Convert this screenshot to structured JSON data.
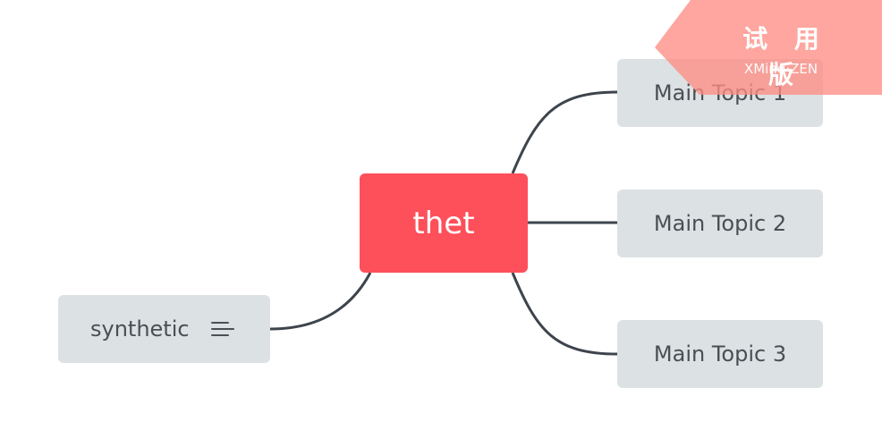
{
  "mindmap": {
    "central_topic": "thet",
    "main_topics": [
      "Main Topic 1",
      "Main Topic 2",
      "Main Topic 3"
    ],
    "floating_topic": "synthetic",
    "floating_topic_has_notes_icon": true
  },
  "watermark": {
    "label": "试 用 版",
    "product": "XMind·ZEN"
  },
  "colors": {
    "central": "#fe505b",
    "topic": "#dce1e4",
    "connector": "#3d444c",
    "text": "#4b4e52",
    "watermark": "#fe8d84"
  }
}
